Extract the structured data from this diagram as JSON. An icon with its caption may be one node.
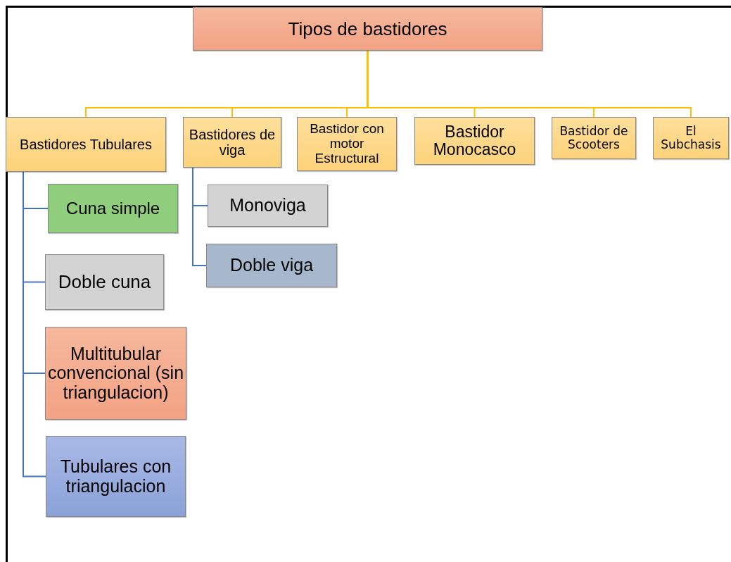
{
  "diagram": {
    "nodes": [
      {
        "text": [
          "Tipos de bastidores"
        ]
      },
      {
        "text": [
          "Bastidores Tubulares"
        ]
      },
      {
        "text": [
          "Bastidores de viga"
        ]
      },
      {
        "text": [
          "Bastidor con motor Estructural"
        ]
      },
      {
        "text": [
          "Bastidor Monocasco"
        ]
      },
      {
        "text": [
          "Bastidor de Scooters"
        ]
      },
      {
        "text": [
          "El Subchasis"
        ]
      },
      {
        "text": [
          "Cuna simple"
        ]
      },
      {
        "text": [
          "Doble cuna"
        ]
      },
      {
        "text": [
          "Multitubular convencional (sin triangulacion)"
        ]
      },
      {
        "text": [
          "Tubulares con triangulacion"
        ]
      },
      {
        "text": [
          "Monoviga"
        ]
      },
      {
        "text": [
          "Doble viga"
        ]
      }
    ],
    "edges": [
      {
        "from": 0,
        "to": 1,
        "arrow": "none"
      },
      {
        "from": 0,
        "to": 2,
        "arrow": "none"
      },
      {
        "from": 0,
        "to": 3,
        "arrow": "none"
      },
      {
        "from": 0,
        "to": 4,
        "arrow": "none"
      },
      {
        "from": 0,
        "to": 5,
        "arrow": "none"
      },
      {
        "from": 0,
        "to": 6,
        "arrow": "none"
      },
      {
        "from": 1,
        "to": 7,
        "arrow": "none",
        "color": "#4472c4"
      },
      {
        "from": 1,
        "to": 8,
        "arrow": "none",
        "color": "#4472c4"
      },
      {
        "from": 1,
        "to": 9,
        "arrow": "none",
        "color": "#4472c4"
      },
      {
        "from": 1,
        "to": 10,
        "arrow": "none",
        "color": "#4472c4"
      },
      {
        "from": 2,
        "to": 11,
        "arrow": "none",
        "color": "#4472c4"
      },
      {
        "from": 2,
        "to": 12,
        "arrow": "none",
        "color": "#4472c4"
      }
    ]
  }
}
